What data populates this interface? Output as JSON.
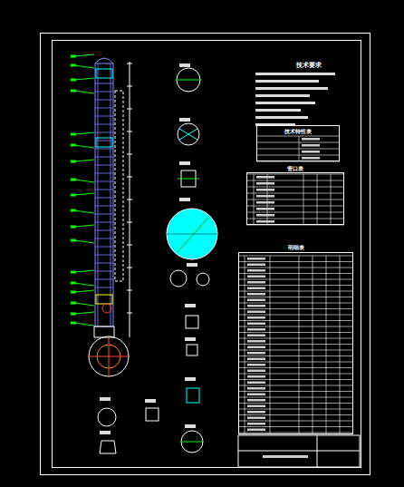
{
  "diagram": {
    "nodes": [
      {
        "text": [
          "技术特性表"
        ]
      },
      {
        "text": [
          "管口表"
        ]
      },
      {
        "text": [
          "明细表"
        ]
      }
    ],
    "labels": [
      "技术要求"
    ]
  }
}
